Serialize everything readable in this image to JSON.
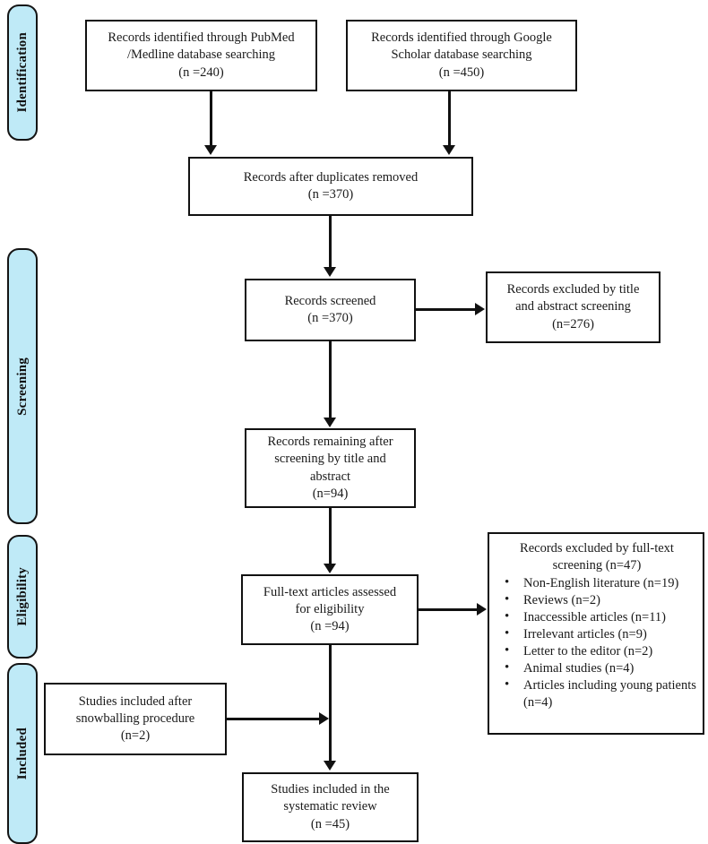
{
  "diagram": {
    "title": "PRISMA study selection flow diagram",
    "accent_color": "#bfeaf7",
    "line_color": "#111111",
    "box_fill": "#ffffff"
  },
  "phases": [
    {
      "id": "identification",
      "label": "Identification"
    },
    {
      "id": "screening",
      "label": "Screening"
    },
    {
      "id": "eligibility",
      "label": "Eligibility"
    },
    {
      "id": "included",
      "label": "Included"
    }
  ],
  "boxes": {
    "pubmed": {
      "line1": "Records identified through PubMed",
      "line2": "/Medline database searching",
      "line3": "(n =240)"
    },
    "scholar": {
      "line1": "Records identified through Google",
      "line2": "Scholar database searching",
      "line3": "(n =450)"
    },
    "duplicates": {
      "line1": "Records after duplicates removed",
      "line2": "(n =370)"
    },
    "screened": {
      "line1": "Records screened",
      "line2": "(n =370)"
    },
    "excluded_title": {
      "line1": "Records excluded by title",
      "line2": "and abstract screening",
      "line3": "(n=276)"
    },
    "remaining": {
      "line1": "Records remaining after",
      "line2": "screening by title and",
      "line3": "abstract",
      "line4": "(n=94)"
    },
    "fulltext": {
      "line1": "Full-text articles assessed",
      "line2": "for eligibility",
      "line3": "(n =94)"
    },
    "excluded_fulltext": {
      "head_line1": "Records excluded by full-text",
      "head_line2": "screening (n=47)",
      "reasons": [
        "Non-English literature (n=19)",
        "Reviews (n=2)",
        "Inaccessible articles (n=11)",
        "Irrelevant articles (n=9)",
        "Letter to the editor (n=2)",
        "Animal studies (n=4)",
        "Articles including young patients (n=4)"
      ]
    },
    "snowballing": {
      "line1": "Studies included after",
      "line2": "snowballing procedure",
      "line3": "(n=2)"
    },
    "final": {
      "line1": "Studies included in the",
      "line2": "systematic review",
      "line3": "(n =45)"
    }
  }
}
